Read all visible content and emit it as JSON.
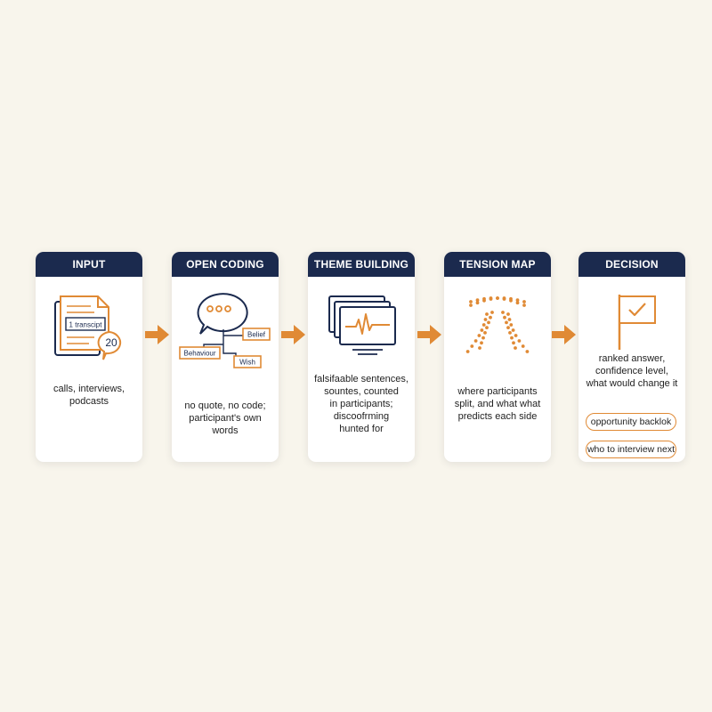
{
  "colors": {
    "navy": "#1b2a4e",
    "orange": "#e08a35",
    "background": "#f8f5ec"
  },
  "steps": [
    {
      "title": "INPUT",
      "icon": "transcript-document-icon",
      "icon_labels": {
        "doc": "1 transcipt",
        "count": "20"
      },
      "description": "calls, interviews,\npodcasts"
    },
    {
      "title": "OPEN CODING",
      "icon": "speech-bubble-tree-icon",
      "icon_labels": {
        "belief": "Belief",
        "behaviour": "Behaviour",
        "wish": "Wish"
      },
      "description": "no quote, no code;\nparticipant's own words"
    },
    {
      "title": "THEME BUILDING",
      "icon": "stacked-waveform-screens-icon",
      "description": "falsifaable sentences,\nsountes, counted\nin participants;\ndiscoofrming\nhunted for"
    },
    {
      "title": "TENSION MAP",
      "icon": "diverging-dots-icon",
      "description": "where participants\nsplit, and what what\npredicts each side"
    },
    {
      "title": "DECISION",
      "icon": "flag-check-icon",
      "description": "ranked answer,\nconfidence level,\nwhat would change it",
      "outputs": [
        "opportunity backlok",
        "who to interview next"
      ]
    }
  ]
}
